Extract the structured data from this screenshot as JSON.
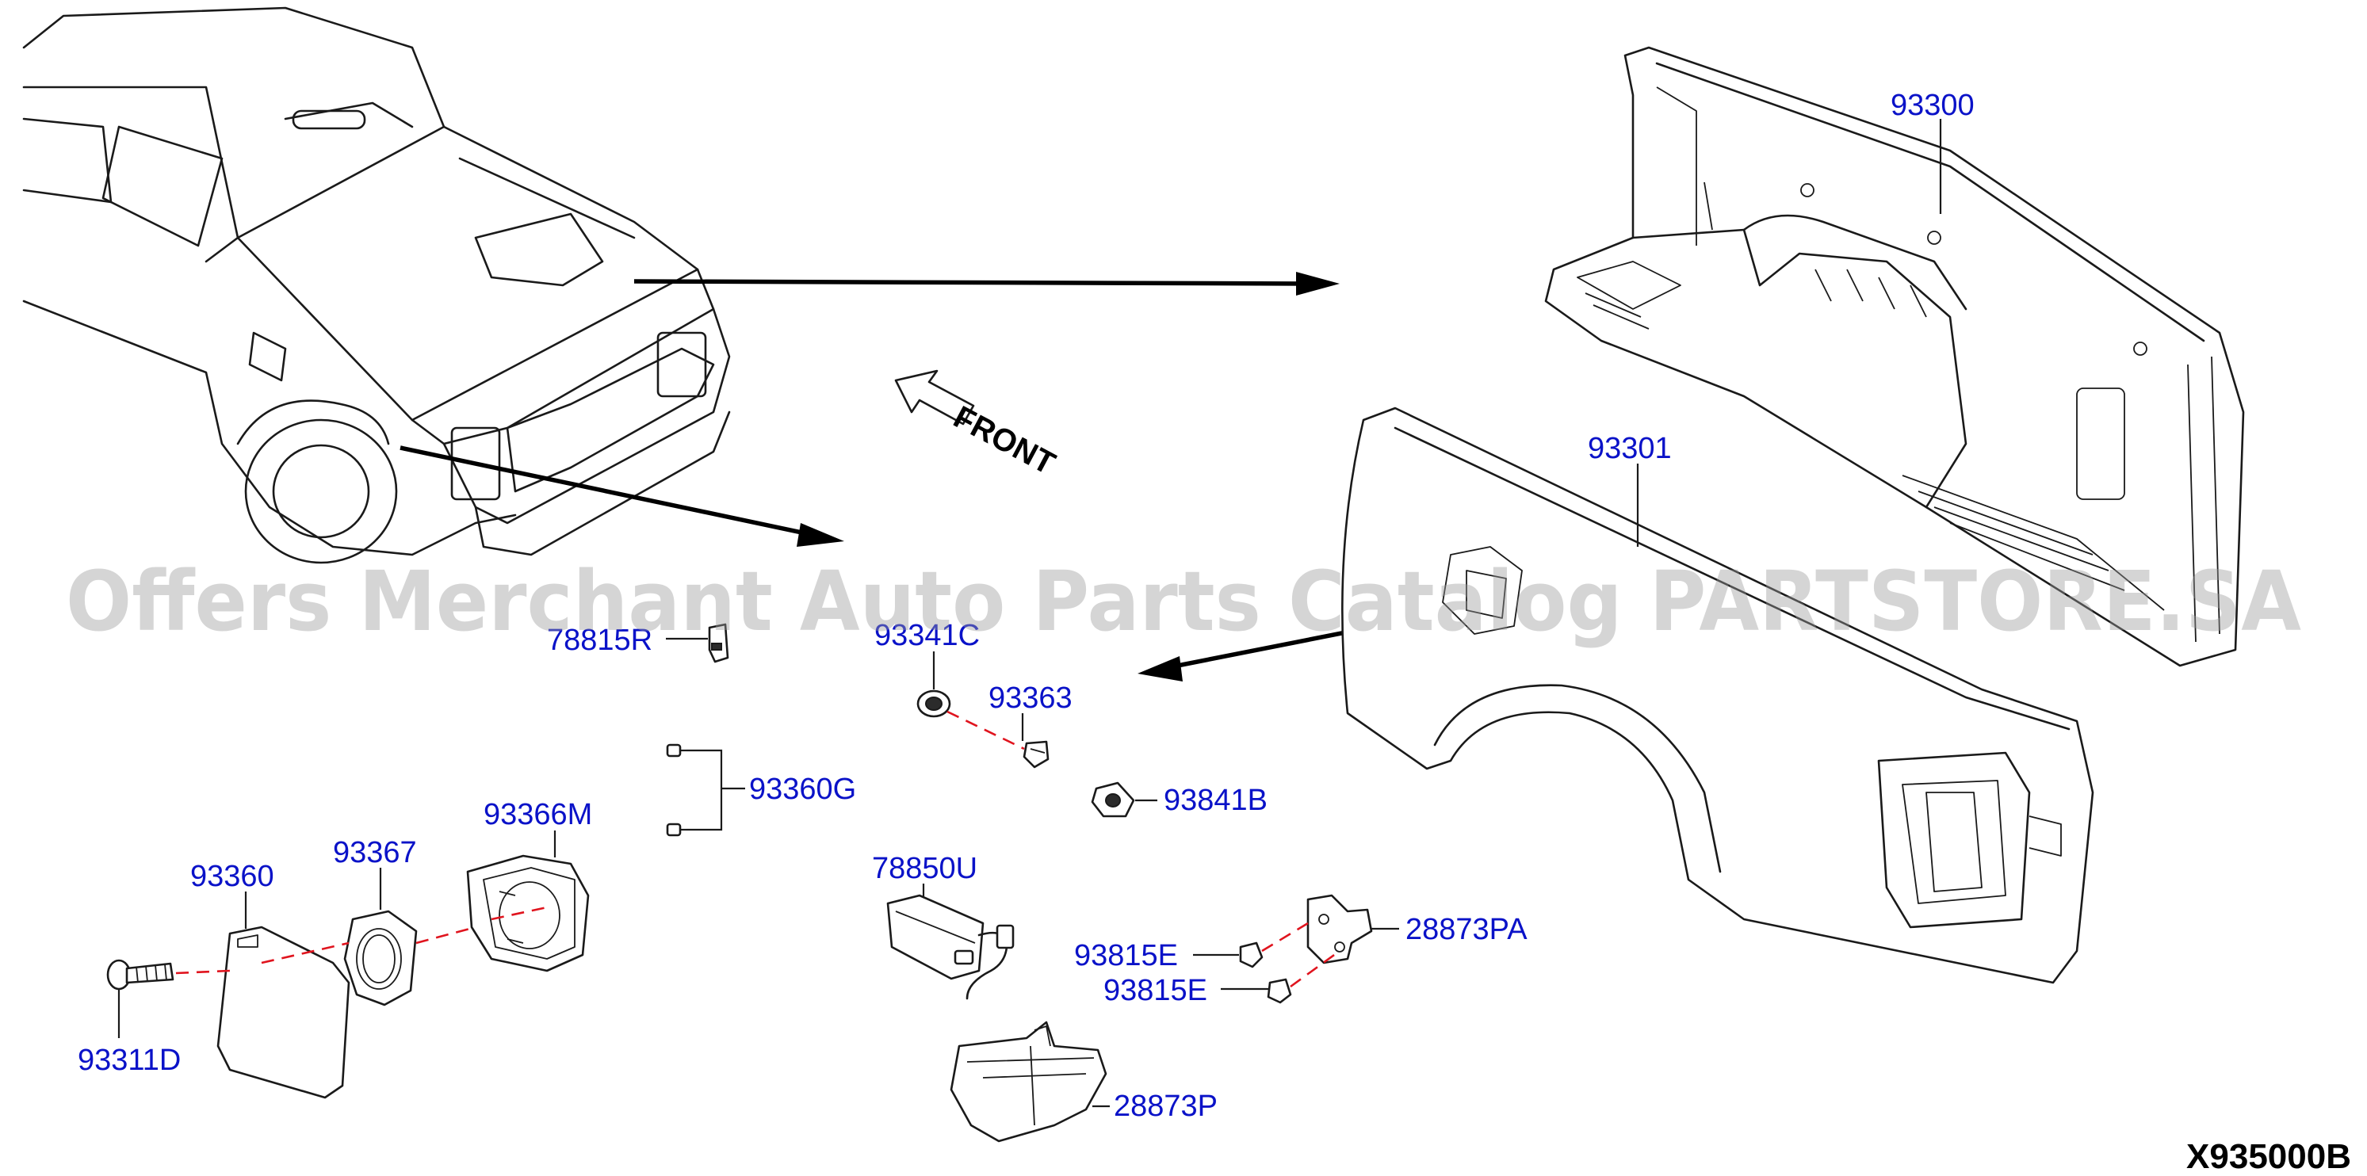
{
  "watermark": "Offers Merchant Auto Parts Catalog PARTSTORE.SA",
  "drawing_code": "X935000B",
  "front_indicator": "FRONT",
  "part_labels": {
    "p93300": "93300",
    "p93301": "93301",
    "p78815R": "78815R",
    "p93341C": "93341C",
    "p93363": "93363",
    "p93360G": "93360G",
    "p93841B": "93841B",
    "p93366M": "93366M",
    "p93367": "93367",
    "p93360": "93360",
    "p78850U": "78850U",
    "p28873PA": "28873PA",
    "p93815E_upper": "93815E",
    "p93815E_lower": "93815E",
    "p93311D": "93311D",
    "p28873P": "28873P"
  },
  "colors": {
    "label": "#0a12c8",
    "line": "#1a1a1a",
    "guide_dash": "#e0141e",
    "watermark": "#9a9a9a"
  }
}
